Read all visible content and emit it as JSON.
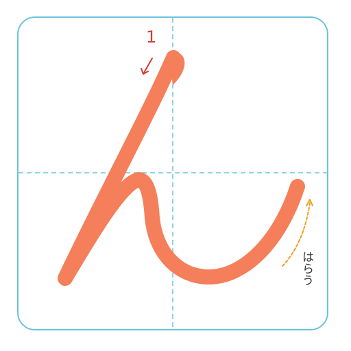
{
  "character": "ん",
  "stroke": {
    "number": "1",
    "end_style_label": "はらう"
  },
  "colors": {
    "frame": "#6cc3dd",
    "guide": "#6cc3dd",
    "stroke_fill": "#f47f5a",
    "stroke_number": "#d83a34",
    "direction_arrow": "#d83a34",
    "sweep_indicator": "#f0a020"
  }
}
